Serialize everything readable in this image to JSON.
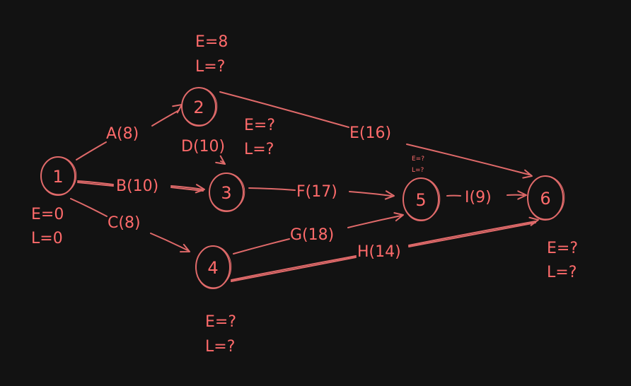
{
  "colors": {
    "background": "#121212",
    "ink": "#ff6b6b",
    "line": "#e06a6a"
  },
  "nodes": [
    {
      "id": "1",
      "label": "1",
      "annotations": [
        "E=0",
        "L=0"
      ]
    },
    {
      "id": "2",
      "label": "2",
      "annotations": [
        "E=8",
        "L=?"
      ]
    },
    {
      "id": "3",
      "label": "3",
      "annotations": [
        "E=?",
        "L=?"
      ]
    },
    {
      "id": "4",
      "label": "4",
      "annotations": [
        "E=?",
        "L=?"
      ]
    },
    {
      "id": "5",
      "label": "5",
      "annotations": [
        "E=?",
        "L=?"
      ]
    },
    {
      "id": "6",
      "label": "6",
      "annotations": [
        "E=?",
        "L=?"
      ]
    }
  ],
  "edges": [
    {
      "from": "1",
      "to": "2",
      "label": "A(8)"
    },
    {
      "from": "1",
      "to": "3",
      "label": "B(10)"
    },
    {
      "from": "1",
      "to": "4",
      "label": "C(8)"
    },
    {
      "from": "2",
      "to": "3",
      "label": "D(10)"
    },
    {
      "from": "2",
      "to": "6",
      "label": "E(16)"
    },
    {
      "from": "3",
      "to": "5",
      "label": "F(17)"
    },
    {
      "from": "4",
      "to": "5",
      "label": "G(18)"
    },
    {
      "from": "4",
      "to": "6",
      "label": "H(14)"
    },
    {
      "from": "5",
      "to": "6",
      "label": "I(9)"
    }
  ]
}
